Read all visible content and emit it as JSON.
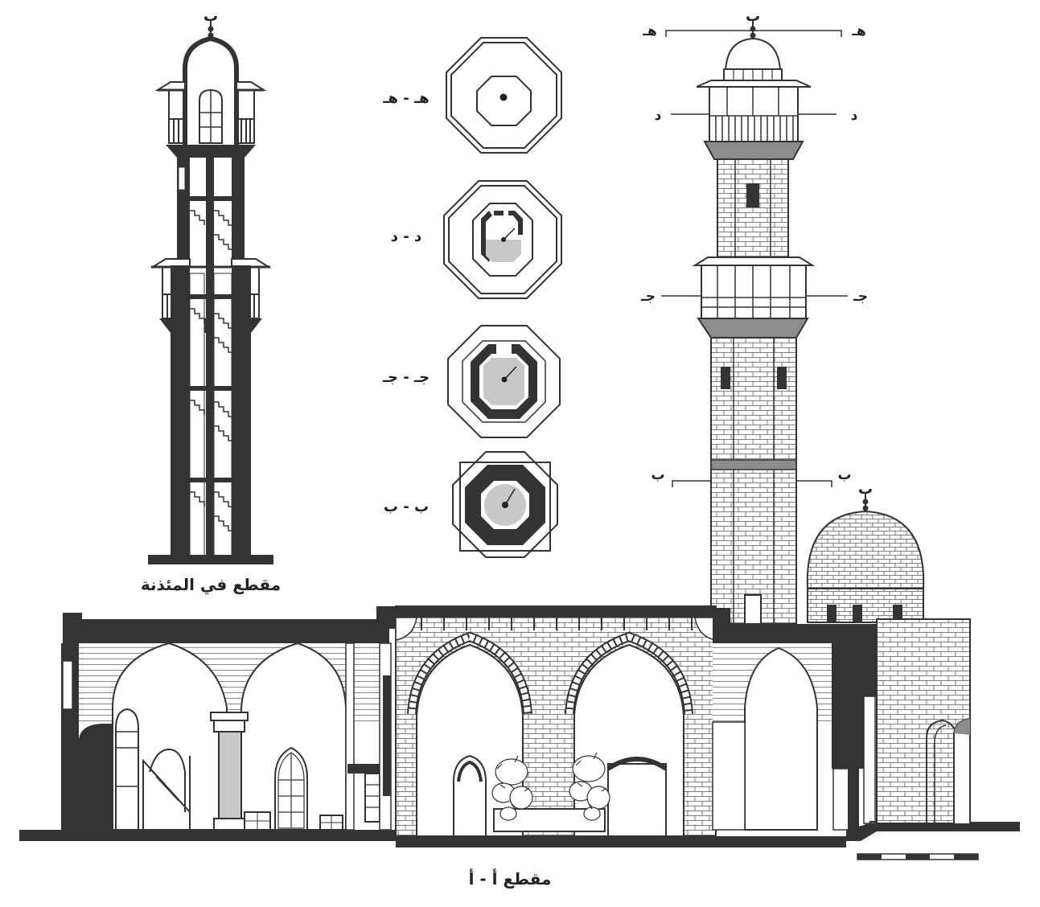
{
  "captions": {
    "minaret_section": "مقطع في المئذنة",
    "section_a": "مقطع أ - أ"
  },
  "plans": {
    "he": "هـ - هـ",
    "dal": "د - د",
    "jim": "جـ - جـ",
    "ba": "ب - ب"
  },
  "elevation_marks": {
    "he": "هـ",
    "dal": "د",
    "jim": "جـ",
    "ba": "ب"
  },
  "colors": {
    "ink": "#333333",
    "fill_gray": "#c8c8c8",
    "band_gray": "#8c8c8c"
  }
}
